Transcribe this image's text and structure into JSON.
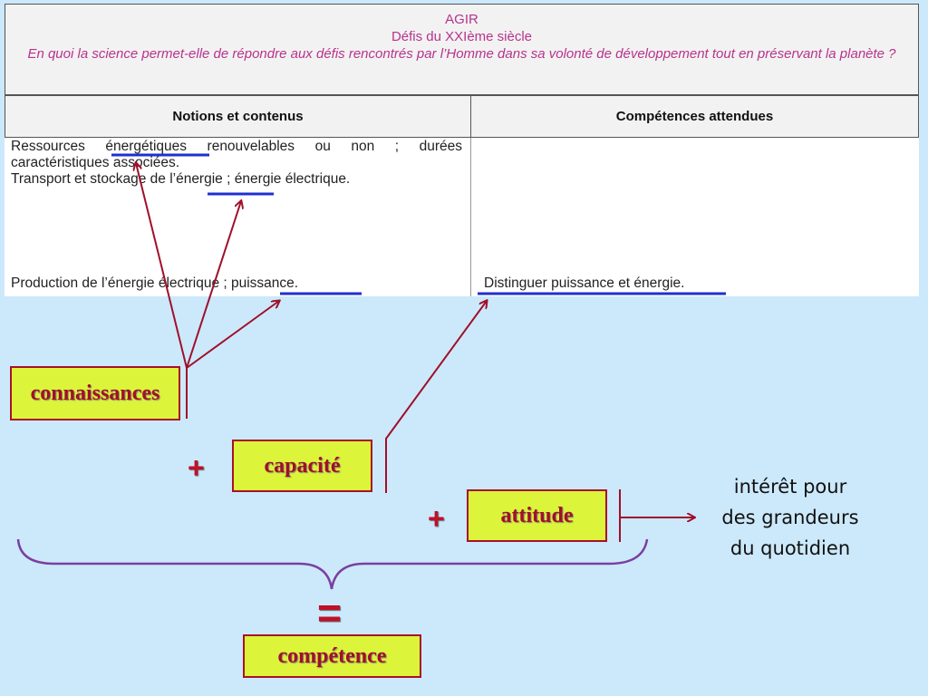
{
  "header": {
    "title": "AGIR",
    "subtitle": "Défis du XXIème siècle",
    "question": "En quoi la science permet-elle de répondre aux défis rencontrés par l’Homme dans sa volonté de développement tout en préservant la planète ?"
  },
  "table": {
    "col_notions": "Notions et contenus",
    "col_competences": "Compétences attendues",
    "row1_prefix": "Ressources ",
    "row1_link": "énergétiques",
    "row1_suffix": " renouvelables ou non ; durées caractéristiques associées.",
    "row2_prefix": "Transport et stockage de ",
    "row2_link": "l’énergie",
    "row2_suffix": " ; énergie électrique.",
    "row3_prefix": "Production de l’énergie électrique ; ",
    "row3_link": "puissance",
    "row3_suffix": ".",
    "comp_link": "Distinguer puissance et énergie",
    "comp_suffix": "."
  },
  "diagram": {
    "connaissances": "connaissances",
    "capacite": "capacité",
    "attitude": "attitude",
    "competence": "compétence",
    "plus": "+",
    "equals": "=",
    "note_line1": "intérêt pour",
    "note_line2": "des grandeurs",
    "note_line3": "du quotidien"
  },
  "colors": {
    "header_text": "#b8338d",
    "underline": "#1f2fd0",
    "arrow": "#a0102a",
    "brace": "#7a3fa0",
    "box_fill": "#dcf43a"
  }
}
